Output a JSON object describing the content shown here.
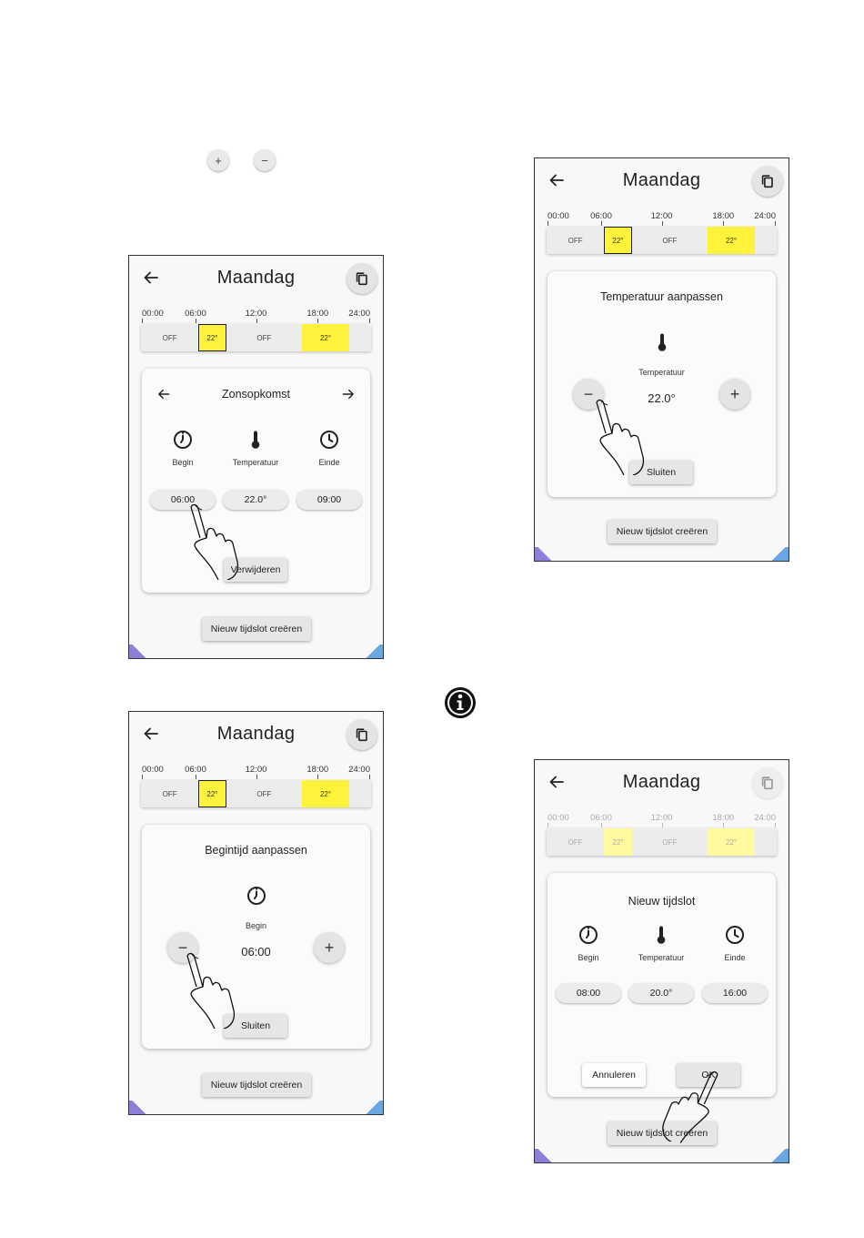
{
  "top_controls": {
    "plus": "+",
    "minus": "−"
  },
  "screen_title": "Maandag",
  "timeline": {
    "ticks": [
      "00:00",
      "06:00",
      "12:00",
      "18:00",
      "24:00"
    ],
    "segments": [
      "OFF",
      "22°",
      "OFF",
      "22°"
    ]
  },
  "screen1": {
    "slot_title": "Zonsopkomst",
    "columns": [
      {
        "label": "Begin",
        "value": "06:00"
      },
      {
        "label": "Temperatuur",
        "value": "22.0°"
      },
      {
        "label": "Einde",
        "value": "09:00"
      }
    ],
    "delete_label": "Verwijderen",
    "new_slot_label": "Nieuw tijdslot creëren"
  },
  "screen2": {
    "card_title": "Temperatuur aanpassen",
    "field_label": "Temperatuur",
    "value": "22.0°",
    "minus": "−",
    "plus": "+",
    "close_label": "Sluiten",
    "new_slot_label": "Nieuw tijdslot creëren"
  },
  "screen3": {
    "card_title": "Begintijd aanpassen",
    "field_label": "Begin",
    "value": "06:00",
    "minus": "−",
    "plus": "+",
    "close_label": "Sluiten",
    "new_slot_label": "Nieuw tijdslot creëren"
  },
  "screen4": {
    "card_title": "Nieuw tijdslot",
    "columns": [
      {
        "label": "Begin",
        "value": "08:00"
      },
      {
        "label": "Temperatuur",
        "value": "20.0°"
      },
      {
        "label": "Einde",
        "value": "16:00"
      }
    ],
    "cancel_label": "Annuleren",
    "ok_label": "OK",
    "new_slot_label": "Nieuw tijdslot creëren"
  },
  "icons": {
    "back": "arrow-left-icon",
    "copy": "copy-icon",
    "begin": "timer-icon",
    "temperature": "thermometer-icon",
    "end": "clock-icon",
    "info": "info-icon",
    "pointer": "hand-pointer-icon"
  }
}
